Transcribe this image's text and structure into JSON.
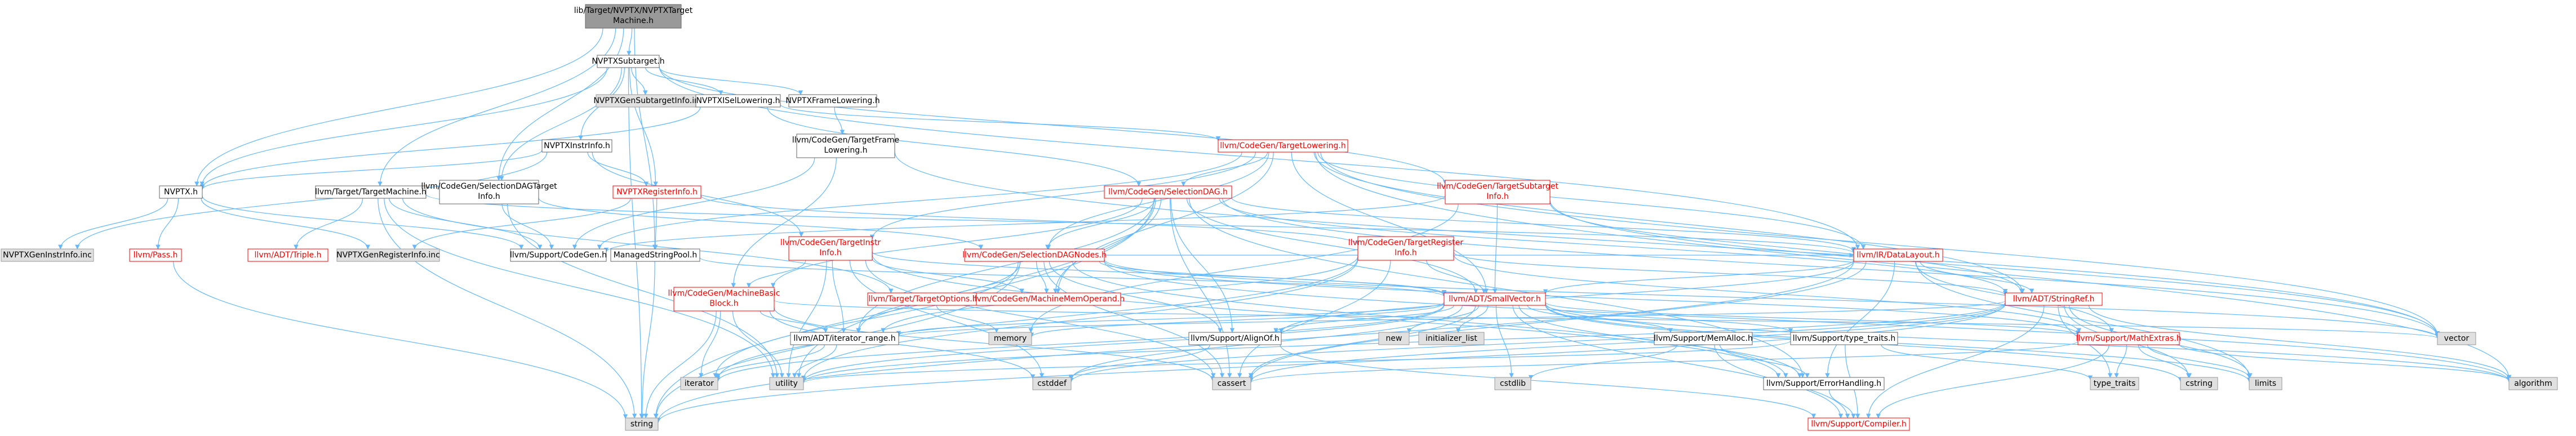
{
  "graph": {
    "colors": {
      "root_fill": "#999999",
      "root_stroke": "#666666",
      "local_fill": "#ffffff",
      "local_stroke": "#666666",
      "red_stroke": "#ff0000",
      "system_fill": "#e0e0e0",
      "system_stroke": "#999999",
      "edge": "#63b8ff",
      "text": "#000000",
      "red_text": "#ff0000"
    },
    "nodes": [
      {
        "id": "root",
        "label": "lib/Target/NVPTX/NVPTXTarget Machine.h",
        "kind": "root"
      },
      {
        "id": "subtarget",
        "label": "NVPTXSubtarget.h",
        "kind": "local"
      },
      {
        "id": "gensub",
        "label": "NVPTXGenSubtargetInfo.inc",
        "kind": "system"
      },
      {
        "id": "isel",
        "label": "NVPTXISelLowering.h",
        "kind": "local"
      },
      {
        "id": "framelow",
        "label": "NVPTXFrameLowering.h",
        "kind": "local"
      },
      {
        "id": "tfl",
        "label": "llvm/CodeGen/TargetFrame Lowering.h",
        "kind": "local"
      },
      {
        "id": "tl",
        "label": "llvm/CodeGen/TargetLowering.h",
        "kind": "red"
      },
      {
        "id": "instrinfo",
        "label": "NVPTXInstrInfo.h",
        "kind": "local"
      },
      {
        "id": "nvptxh",
        "label": "NVPTX.h",
        "kind": "local"
      },
      {
        "id": "geninstr",
        "label": "NVPTXGenInstrInfo.inc",
        "kind": "system"
      },
      {
        "id": "pass",
        "label": "llvm/Pass.h",
        "kind": "red"
      },
      {
        "id": "ttm",
        "label": "llvm/Target/TargetMachine.h",
        "kind": "local"
      },
      {
        "id": "triple",
        "label": "llvm/ADT/Triple.h",
        "kind": "red"
      },
      {
        "id": "genreg",
        "label": "NVPTXGenRegisterInfo.inc",
        "kind": "system"
      },
      {
        "id": "sdtinfo",
        "label": "llvm/CodeGen/SelectionDAGTarget Info.h",
        "kind": "local"
      },
      {
        "id": "supcg",
        "label": "llvm/Support/CodeGen.h",
        "kind": "local"
      },
      {
        "id": "reginfo",
        "label": "NVPTXRegisterInfo.h",
        "kind": "red"
      },
      {
        "id": "msp",
        "label": "ManagedStringPool.h",
        "kind": "local"
      },
      {
        "id": "sdag",
        "label": "llvm/CodeGen/SelectionDAG.h",
        "kind": "red"
      },
      {
        "id": "tii",
        "label": "llvm/CodeGen/TargetInstr Info.h",
        "kind": "red"
      },
      {
        "id": "sdnodes",
        "label": "llvm/CodeGen/SelectionDAGNodes.h",
        "kind": "red"
      },
      {
        "id": "tri",
        "label": "llvm/CodeGen/TargetRegister Info.h",
        "kind": "red"
      },
      {
        "id": "tsi",
        "label": "llvm/CodeGen/TargetSubtarget Info.h",
        "kind": "red"
      },
      {
        "id": "dl",
        "label": "llvm/IR/DataLayout.h",
        "kind": "red"
      },
      {
        "id": "mbb",
        "label": "llvm/CodeGen/MachineBasic Block.h",
        "kind": "red"
      },
      {
        "id": "topts",
        "label": "llvm/Target/TargetOptions.h",
        "kind": "red"
      },
      {
        "id": "mmo",
        "label": "llvm/CodeGen/MachineMemOperand.h",
        "kind": "red"
      },
      {
        "id": "smallvec",
        "label": "llvm/ADT/SmallVector.h",
        "kind": "red"
      },
      {
        "id": "stringref",
        "label": "llvm/ADT/StringRef.h",
        "kind": "red"
      },
      {
        "id": "iterrange",
        "label": "llvm/ADT/iterator_range.h",
        "kind": "local"
      },
      {
        "id": "memory",
        "label": "memory",
        "kind": "system"
      },
      {
        "id": "alignof",
        "label": "llvm/Support/AlignOf.h",
        "kind": "local"
      },
      {
        "id": "new",
        "label": "new",
        "kind": "system"
      },
      {
        "id": "initlist",
        "label": "initializer_list",
        "kind": "system"
      },
      {
        "id": "memalloc",
        "label": "llvm/Support/MemAlloc.h",
        "kind": "local"
      },
      {
        "id": "typetraitsh",
        "label": "llvm/Support/type_traits.h",
        "kind": "local"
      },
      {
        "id": "mathextras",
        "label": "llvm/Support/MathExtras.h",
        "kind": "red"
      },
      {
        "id": "vector",
        "label": "vector",
        "kind": "system"
      },
      {
        "id": "iterator",
        "label": "iterator",
        "kind": "system"
      },
      {
        "id": "utility",
        "label": "utility",
        "kind": "system"
      },
      {
        "id": "cstddef",
        "label": "cstddef",
        "kind": "system"
      },
      {
        "id": "cassert",
        "label": "cassert",
        "kind": "system"
      },
      {
        "id": "cstdlib",
        "label": "cstdlib",
        "kind": "system"
      },
      {
        "id": "errh",
        "label": "llvm/Support/ErrorHandling.h",
        "kind": "local"
      },
      {
        "id": "typetraits",
        "label": "type_traits",
        "kind": "system"
      },
      {
        "id": "cstring",
        "label": "cstring",
        "kind": "system"
      },
      {
        "id": "limits",
        "label": "limits",
        "kind": "system"
      },
      {
        "id": "algorithm",
        "label": "algorithm",
        "kind": "system"
      },
      {
        "id": "string",
        "label": "string",
        "kind": "system"
      },
      {
        "id": "compiler",
        "label": "llvm/Support/Compiler.h",
        "kind": "red"
      }
    ],
    "edges": [
      [
        "root",
        "subtarget"
      ],
      [
        "root",
        "ttm"
      ],
      [
        "root",
        "sdtinfo"
      ],
      [
        "root",
        "msp"
      ],
      [
        "root",
        "nvptxh"
      ],
      [
        "subtarget",
        "gensub"
      ],
      [
        "subtarget",
        "isel"
      ],
      [
        "subtarget",
        "framelow"
      ],
      [
        "subtarget",
        "instrinfo"
      ],
      [
        "subtarget",
        "nvptxh"
      ],
      [
        "subtarget",
        "reginfo"
      ],
      [
        "subtarget",
        "sdtinfo"
      ],
      [
        "subtarget",
        "tsi"
      ],
      [
        "subtarget",
        "string"
      ],
      [
        "subtarget",
        "dl"
      ],
      [
        "isel",
        "nvptxh"
      ],
      [
        "isel",
        "tl"
      ],
      [
        "isel",
        "sdag"
      ],
      [
        "framelow",
        "tfl"
      ],
      [
        "tfl",
        "supcg"
      ],
      [
        "tfl",
        "mbb"
      ],
      [
        "tfl",
        "vector"
      ],
      [
        "tl",
        "sdag"
      ],
      [
        "tl",
        "sdnodes"
      ],
      [
        "tl",
        "tii"
      ],
      [
        "tl",
        "dl"
      ],
      [
        "tl",
        "smallvec"
      ],
      [
        "tl",
        "stringref"
      ],
      [
        "tl",
        "mmo"
      ],
      [
        "tl",
        "supcg"
      ],
      [
        "tl",
        "algorithm"
      ],
      [
        "tl",
        "vector"
      ],
      [
        "tl",
        "cstdint_placeholder"
      ],
      [
        "instrinfo",
        "nvptxh"
      ],
      [
        "instrinfo",
        "reginfo"
      ],
      [
        "instrinfo",
        "geninstr"
      ],
      [
        "instrinfo",
        "tii"
      ],
      [
        "nvptxh",
        "geninstr"
      ],
      [
        "nvptxh",
        "pass"
      ],
      [
        "nvptxh",
        "supcg"
      ],
      [
        "nvptxh",
        "genreg"
      ],
      [
        "pass",
        "string"
      ],
      [
        "ttm",
        "triple"
      ],
      [
        "ttm",
        "supcg"
      ],
      [
        "ttm",
        "topts"
      ],
      [
        "ttm",
        "string"
      ],
      [
        "ttm",
        "utility"
      ],
      [
        "ttm",
        "dl"
      ],
      [
        "sdtinfo",
        "sdnodes"
      ],
      [
        "sdtinfo",
        "supcg"
      ],
      [
        "sdtinfo",
        "utility"
      ],
      [
        "reginfo",
        "msp"
      ],
      [
        "reginfo",
        "genreg"
      ],
      [
        "reginfo",
        "tri"
      ],
      [
        "msp",
        "string"
      ],
      [
        "msp",
        "smallvec"
      ],
      [
        "sdag",
        "sdnodes"
      ],
      [
        "sdag",
        "mbb"
      ],
      [
        "sdag",
        "mmo"
      ],
      [
        "sdag",
        "smallvec"
      ],
      [
        "sdag",
        "stringref"
      ],
      [
        "sdag",
        "dl"
      ],
      [
        "sdag",
        "iterrange"
      ],
      [
        "sdag",
        "alignof"
      ],
      [
        "sdag",
        "errh"
      ],
      [
        "sdag",
        "string"
      ],
      [
        "sdag",
        "utility"
      ],
      [
        "sdag",
        "vector"
      ],
      [
        "sdag",
        "cassert"
      ],
      [
        "sdag",
        "cstdint_placeholder"
      ],
      [
        "tii",
        "mbb"
      ],
      [
        "tii",
        "mmo"
      ],
      [
        "tii",
        "smallvec"
      ],
      [
        "tii",
        "iterrange"
      ],
      [
        "tii",
        "errh"
      ],
      [
        "tii",
        "utility"
      ],
      [
        "tii",
        "cassert"
      ],
      [
        "tii",
        "cstddef"
      ],
      [
        "sdnodes",
        "mmo"
      ],
      [
        "sdnodes",
        "smallvec"
      ],
      [
        "sdnodes",
        "iterrange"
      ],
      [
        "sdnodes",
        "alignof"
      ],
      [
        "sdnodes",
        "errh"
      ],
      [
        "sdnodes",
        "mathextras"
      ],
      [
        "sdnodes",
        "algorithm"
      ],
      [
        "sdnodes",
        "cassert"
      ],
      [
        "sdnodes",
        "iterator"
      ],
      [
        "sdnodes",
        "string"
      ],
      [
        "sdnodes",
        "vector"
      ],
      [
        "sdnodes",
        "dl"
      ],
      [
        "tri",
        "smallvec"
      ],
      [
        "tri",
        "stringref"
      ],
      [
        "tri",
        "iterrange"
      ],
      [
        "tri",
        "mathextras"
      ],
      [
        "tri",
        "cassert"
      ],
      [
        "tri",
        "utility"
      ],
      [
        "tri",
        "iterator"
      ],
      [
        "tsi",
        "smallvec"
      ],
      [
        "tsi",
        "stringref"
      ],
      [
        "tsi",
        "supcg"
      ],
      [
        "tsi",
        "vector"
      ],
      [
        "tsi",
        "memory"
      ],
      [
        "dl",
        "smallvec"
      ],
      [
        "dl",
        "stringref"
      ],
      [
        "dl",
        "mathextras"
      ],
      [
        "dl",
        "alignof"
      ],
      [
        "dl",
        "errh"
      ],
      [
        "dl",
        "cassert"
      ],
      [
        "dl",
        "string"
      ],
      [
        "dl",
        "limits"
      ],
      [
        "mbb",
        "iterrange"
      ],
      [
        "mbb",
        "iterator"
      ],
      [
        "mbb",
        "string"
      ],
      [
        "mbb",
        "utility"
      ],
      [
        "mbb",
        "cassert"
      ],
      [
        "mbb",
        "cstddef"
      ],
      [
        "mbb",
        "vector"
      ],
      [
        "smallvec",
        "iterrange"
      ],
      [
        "smallvec",
        "alignof"
      ],
      [
        "smallvec",
        "compiler"
      ],
      [
        "smallvec",
        "memalloc"
      ],
      [
        "smallvec",
        "typetraitsh"
      ],
      [
        "smallvec",
        "errh"
      ],
      [
        "smallvec",
        "mathextras"
      ],
      [
        "smallvec",
        "algorithm"
      ],
      [
        "smallvec",
        "cassert"
      ],
      [
        "smallvec",
        "cstddef"
      ],
      [
        "smallvec",
        "cstdlib"
      ],
      [
        "smallvec",
        "cstring"
      ],
      [
        "smallvec",
        "initlist"
      ],
      [
        "smallvec",
        "iterator"
      ],
      [
        "smallvec",
        "limits"
      ],
      [
        "smallvec",
        "memory"
      ],
      [
        "smallvec",
        "new"
      ],
      [
        "smallvec",
        "type_traits_placeholder"
      ],
      [
        "smallvec",
        "utility"
      ],
      [
        "stringref",
        "iterrange"
      ],
      [
        "stringref",
        "compiler"
      ],
      [
        "stringref",
        "algorithm"
      ],
      [
        "stringref",
        "cassert"
      ],
      [
        "stringref",
        "cstddef"
      ],
      [
        "stringref",
        "cstring"
      ],
      [
        "stringref",
        "limits"
      ],
      [
        "stringref",
        "string"
      ],
      [
        "stringref",
        "typetraits"
      ],
      [
        "stringref",
        "utility"
      ],
      [
        "iterrange",
        "iterator"
      ],
      [
        "iterrange",
        "utility"
      ],
      [
        "alignof",
        "compiler"
      ],
      [
        "alignof",
        "cstddef"
      ],
      [
        "memalloc",
        "compiler"
      ],
      [
        "memalloc",
        "errh"
      ],
      [
        "memalloc",
        "cstdlib"
      ],
      [
        "typetraitsh",
        "compiler"
      ],
      [
        "typetraitsh",
        "typetraits"
      ],
      [
        "typetraitsh",
        "utility"
      ],
      [
        "mathextras",
        "compiler"
      ],
      [
        "mathextras",
        "algorithm"
      ],
      [
        "mathextras",
        "cassert"
      ],
      [
        "mathextras",
        "cstring"
      ],
      [
        "mathextras",
        "limits"
      ],
      [
        "mathextras",
        "typetraits"
      ],
      [
        "errh",
        "compiler"
      ],
      [
        "topts",
        "memory"
      ]
    ]
  }
}
